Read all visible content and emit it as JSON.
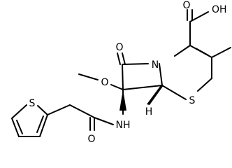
{
  "structure": {
    "atoms": {
      "carboxyl_o_double": "O",
      "carboxyl_oh": "OH",
      "lactam_o": "O",
      "ring_n": "N",
      "methoxy_o": "O",
      "ring_s": "S",
      "thiophene_s": "S",
      "amide_o": "O",
      "amide_nh": "NH",
      "stereo_h": "H"
    }
  }
}
